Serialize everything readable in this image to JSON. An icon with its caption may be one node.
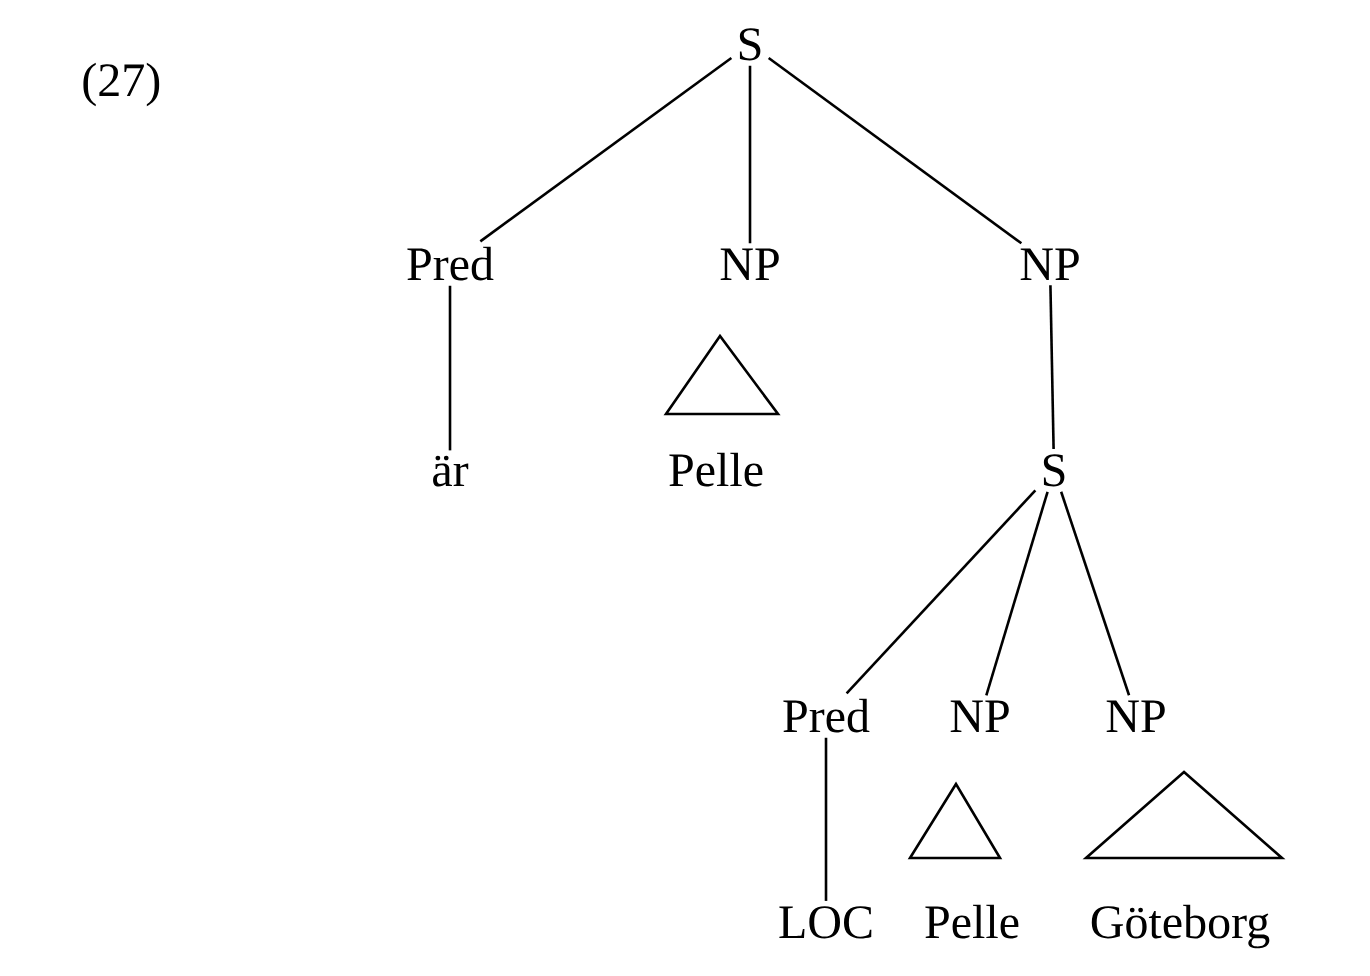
{
  "diagram": {
    "nodes": [
      {
        "text": [
          "S"
        ]
      },
      {
        "text": [
          "Pred"
        ]
      },
      {
        "text": [
          "NP"
        ]
      },
      {
        "text": [
          "NP"
        ]
      },
      {
        "text": [
          "är"
        ]
      },
      {
        "text": [
          "Pelle"
        ]
      },
      {
        "text": [
          "S"
        ]
      },
      {
        "text": [
          "Pred"
        ]
      },
      {
        "text": [
          "NP"
        ]
      },
      {
        "text": [
          "NP"
        ]
      },
      {
        "text": [
          "LOC"
        ]
      },
      {
        "text": [
          "Pelle"
        ]
      },
      {
        "text": [
          "Göteborg"
        ]
      }
    ],
    "edges": [
      {
        "from": 0,
        "to": 1,
        "arrow": "none"
      },
      {
        "from": 0,
        "to": 2,
        "arrow": "none"
      },
      {
        "from": 0,
        "to": 3,
        "arrow": "none"
      },
      {
        "from": 1,
        "to": 4,
        "arrow": "none"
      },
      {
        "from": 3,
        "to": 6,
        "arrow": "none"
      },
      {
        "from": 6,
        "to": 7,
        "arrow": "none"
      },
      {
        "from": 6,
        "to": 8,
        "arrow": "none"
      },
      {
        "from": 6,
        "to": 9,
        "arrow": "none"
      },
      {
        "from": 7,
        "to": 10,
        "arrow": "none"
      }
    ],
    "labels": [
      "(27)"
    ]
  }
}
